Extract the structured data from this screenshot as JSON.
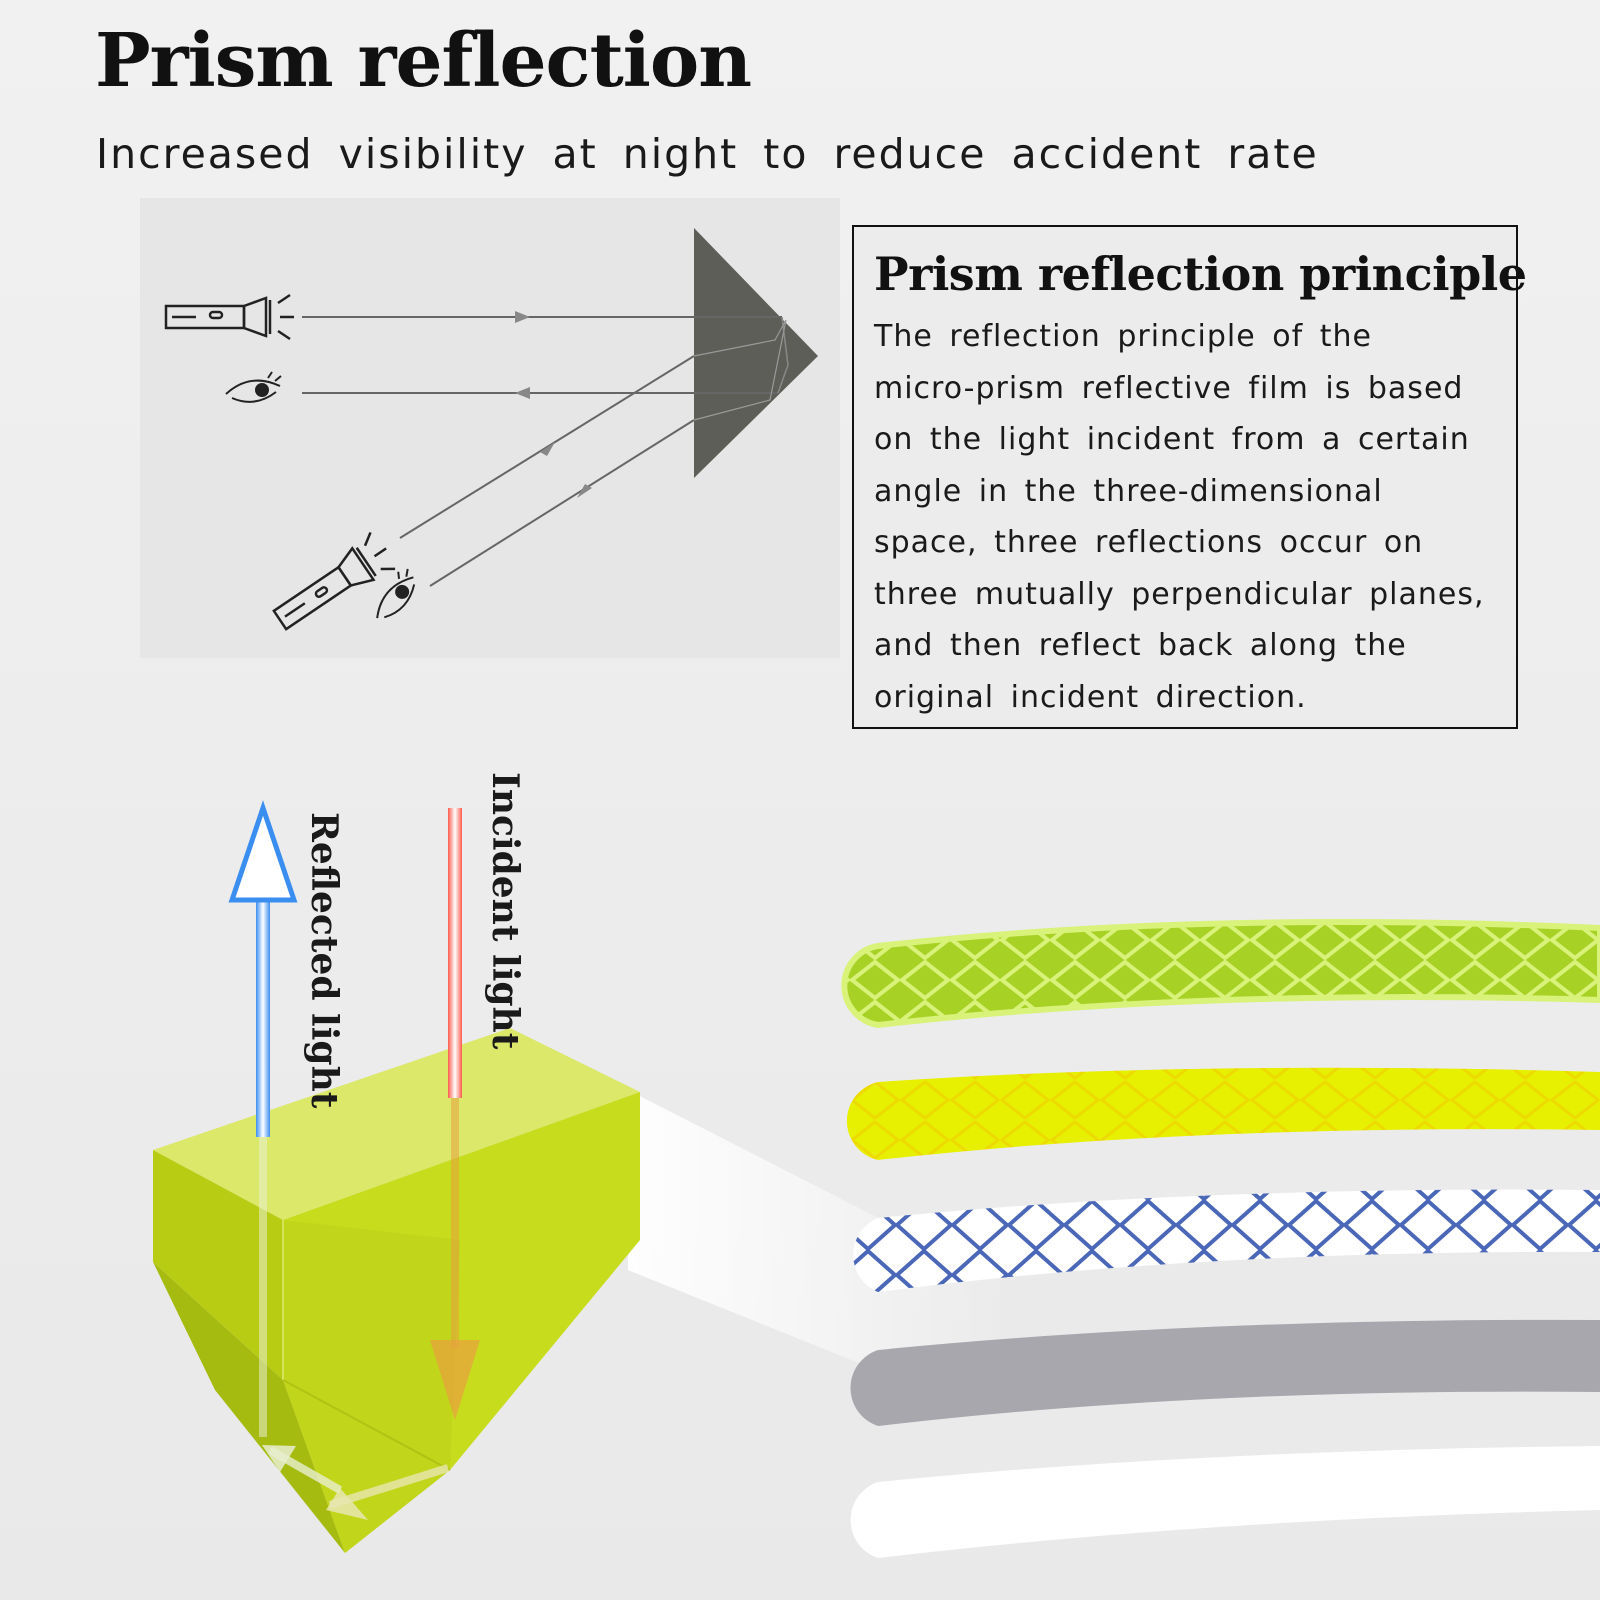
{
  "header": {
    "title": "Prism reflection",
    "subtitle": "Increased visibility at night to reduce accident rate"
  },
  "principle": {
    "title": "Prism reflection principle",
    "lines": [
      "The reflection principle of the",
      "micro-prism reflective film is based",
      "on the light incident from a certain",
      "angle in the three-dimensional",
      "space, three reflections occur on",
      "three mutually perpendicular planes,",
      "and then reflect back along the",
      "original incident direction."
    ]
  },
  "labels": {
    "incident": "Incident light",
    "reflected": "Reflected light"
  },
  "icons": [
    "flashlight-icon",
    "eye-icon"
  ],
  "colors": {
    "prism_dark": "#5e5e58",
    "prism_yellow": "#c8dc1e",
    "incident_arrow": "#e83a2a",
    "reflected_arrow": "#3a8ef0",
    "strip_lime": "#a8d126",
    "strip_yellow": "#e6f000",
    "strip_blue": "#4a67b8",
    "strip_silver": "#a7a7ad",
    "strip_white": "#ffffff"
  }
}
